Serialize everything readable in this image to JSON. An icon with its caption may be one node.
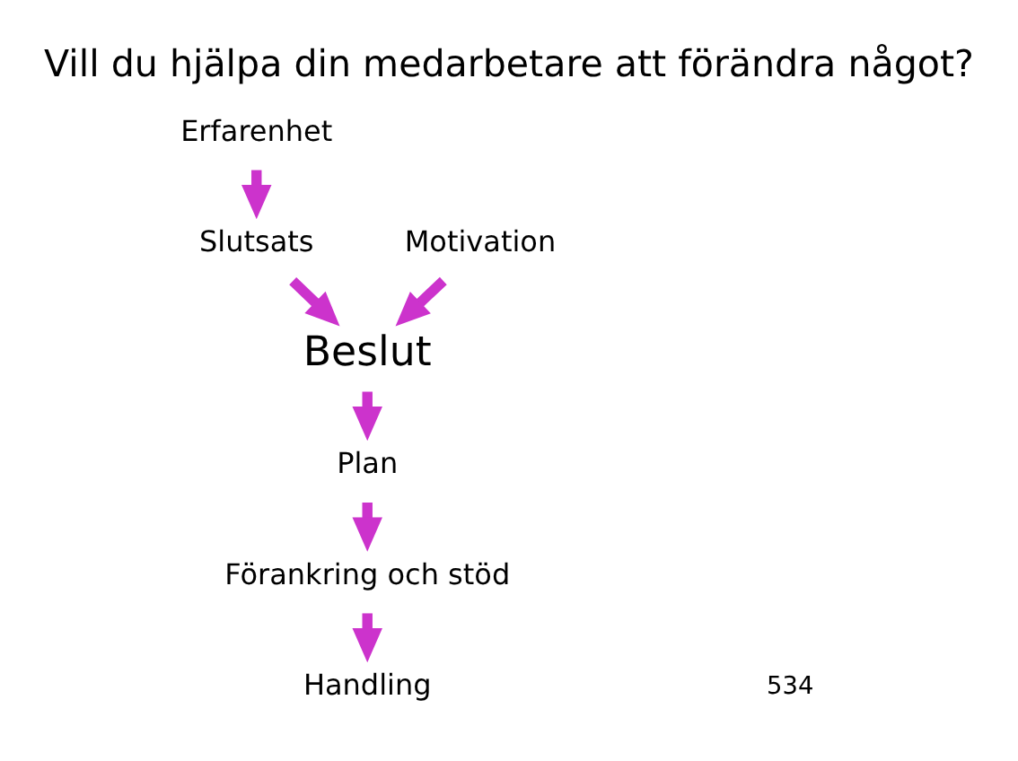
{
  "diagram": {
    "title": "Vill du hjälpa din medarbetare att förändra något?",
    "nodes": [
      {
        "text": [
          "Erfarenhet"
        ]
      },
      {
        "text": [
          "Slutsats"
        ]
      },
      {
        "text": [
          "Motivation"
        ]
      },
      {
        "text": [
          "Beslut"
        ]
      },
      {
        "text": [
          "Plan"
        ]
      },
      {
        "text": [
          "Förankring och stöd"
        ]
      },
      {
        "text": [
          "Handling"
        ]
      }
    ],
    "edges": [
      {
        "from": 0,
        "to": 1,
        "arrow": "to"
      },
      {
        "from": 1,
        "to": 3,
        "arrow": "to"
      },
      {
        "from": 2,
        "to": 3,
        "arrow": "to"
      },
      {
        "from": 3,
        "to": 4,
        "arrow": "to"
      },
      {
        "from": 4,
        "to": 5,
        "arrow": "to"
      },
      {
        "from": 5,
        "to": 6,
        "arrow": "to"
      }
    ],
    "labels": [
      "534"
    ]
  }
}
